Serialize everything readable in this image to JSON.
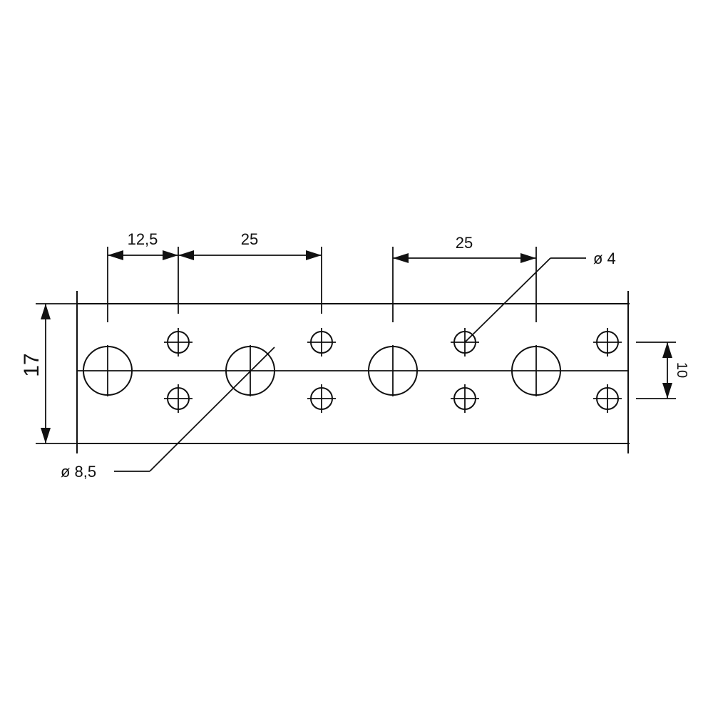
{
  "dimensions": {
    "pitch_half": "12,5",
    "pitch_top_left": "25",
    "pitch_top_right": "25",
    "strip_width": "17",
    "small_hole_spacing": "10"
  },
  "callouts": {
    "small_hole_diameter": "ø 4",
    "large_hole_diameter": "ø 8,5"
  }
}
